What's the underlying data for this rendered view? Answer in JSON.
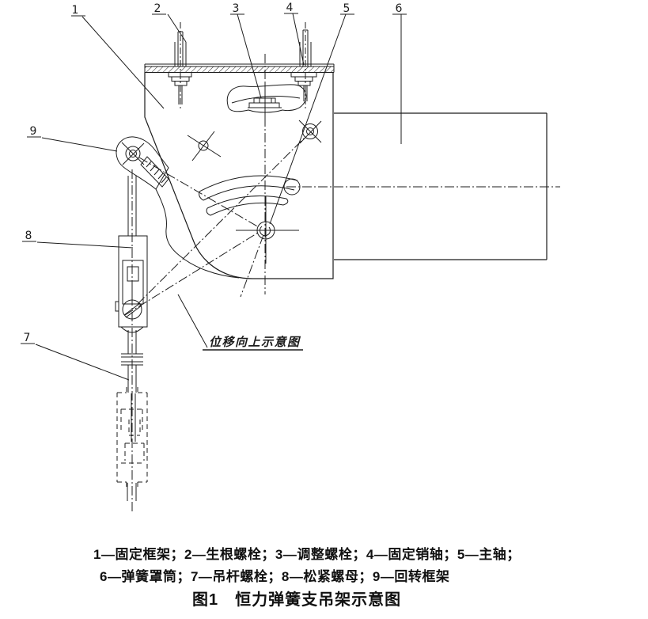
{
  "figure": {
    "callouts": {
      "c1": "1",
      "c2": "2",
      "c3": "3",
      "c4": "4",
      "c5": "5",
      "c6": "6",
      "c7": "7",
      "c8": "8",
      "c9": "9"
    },
    "note": "位移向上示意图",
    "caption": {
      "line1": "1—固定框架；2—生根螺栓；3—调整螺栓；4—固定销轴；5—主轴；",
      "line2": "6—弹簧罩筒；7—吊杆螺栓；8—松紧螺母；9—回转框架",
      "title": "图1　恒力弹簧支吊架示意图"
    },
    "colors": {
      "ink": "#1c1c1c",
      "background": "#ffffff"
    }
  }
}
